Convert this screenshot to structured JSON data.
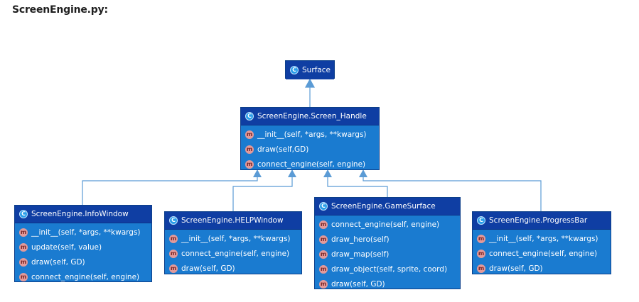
{
  "page": {
    "title": "ScreenEngine.py:"
  },
  "colors": {
    "class_header": "#0f3ea3",
    "class_body": "#1a7bd0",
    "class_border": "#0d3f8a",
    "class_badge": "#2a9de8",
    "method_badge": "#e39a9a",
    "connector": "#5b9bd5"
  },
  "icons": {
    "class": "class-c-icon",
    "method": "method-m-icon"
  },
  "classes": {
    "surface": {
      "name": "Surface",
      "methods": []
    },
    "screen_handle": {
      "name": "ScreenEngine.Screen_Handle",
      "methods": [
        "__init__(self, *args, **kwargs)",
        "draw(self,GD)",
        "connect_engine(self, engine)"
      ]
    },
    "info_window": {
      "name": "ScreenEngine.InfoWindow",
      "methods": [
        "__init__(self, *args, **kwargs)",
        "update(self, value)",
        "draw(self, GD)",
        "connect_engine(self, engine)"
      ]
    },
    "help_window": {
      "name": "ScreenEngine.HELPWindow",
      "methods": [
        "__init__(self, *args, **kwargs)",
        "connect_engine(self, engine)",
        "draw(self, GD)"
      ]
    },
    "game_surface": {
      "name": "ScreenEngine.GameSurface",
      "methods": [
        "connect_engine(self, engine)",
        "draw_hero(self)",
        "draw_map(self)",
        "draw_object(self, sprite, coord)",
        "draw(self, GD)"
      ]
    },
    "progress_bar": {
      "name": "ScreenEngine.ProgressBar",
      "methods": [
        "__init__(self, *args, **kwargs)",
        "connect_engine(self, engine)",
        "draw(self, GD)"
      ]
    }
  },
  "inheritance": [
    {
      "child": "screen_handle",
      "parent": "surface"
    },
    {
      "child": "info_window",
      "parent": "screen_handle"
    },
    {
      "child": "help_window",
      "parent": "screen_handle"
    },
    {
      "child": "game_surface",
      "parent": "screen_handle"
    },
    {
      "child": "progress_bar",
      "parent": "screen_handle"
    }
  ]
}
